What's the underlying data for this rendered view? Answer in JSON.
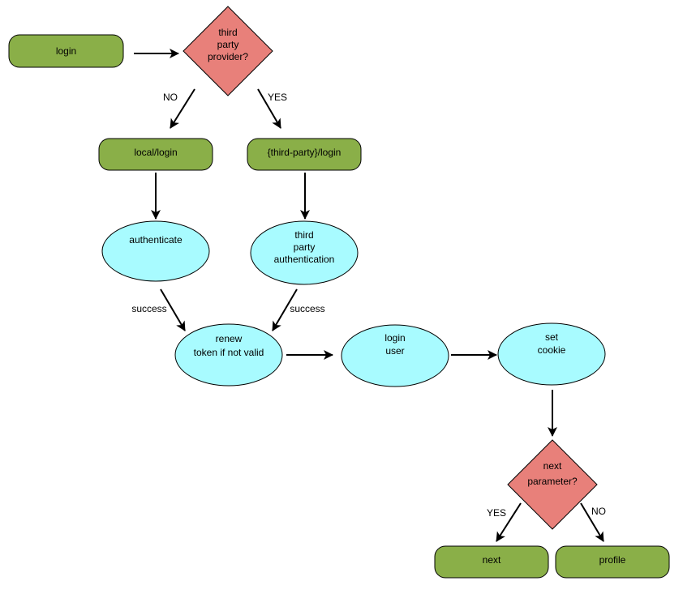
{
  "colors": {
    "terminal": "#8aaf48",
    "decision": "#e8807a",
    "process": "#a8fbff",
    "stroke": "#000000"
  },
  "nodes": {
    "login": {
      "shape": "rounded-rect",
      "lines": [
        "login"
      ]
    },
    "third_party_decision": {
      "shape": "diamond",
      "lines": [
        "third",
        "party",
        "provider?"
      ]
    },
    "local_login": {
      "shape": "rounded-rect",
      "lines": [
        "local/login"
      ]
    },
    "third_party_login": {
      "shape": "rounded-rect",
      "lines": [
        "{third-party}/login"
      ]
    },
    "authenticate": {
      "shape": "ellipse",
      "lines": [
        "authenticate"
      ]
    },
    "third_party_authentication": {
      "shape": "ellipse",
      "lines": [
        "third",
        "party",
        "authentication"
      ]
    },
    "renew_token": {
      "shape": "ellipse",
      "lines": [
        "renew",
        "token if not valid"
      ]
    },
    "login_user": {
      "shape": "ellipse",
      "lines": [
        "login",
        "user"
      ]
    },
    "set_cookie": {
      "shape": "ellipse",
      "lines": [
        "set",
        "cookie"
      ]
    },
    "next_parameter_decision": {
      "shape": "diamond",
      "lines": [
        "next",
        "parameter?"
      ]
    },
    "next": {
      "shape": "rounded-rect",
      "lines": [
        "next"
      ]
    },
    "profile": {
      "shape": "rounded-rect",
      "lines": [
        "profile"
      ]
    }
  },
  "edges": [
    {
      "from": "login",
      "to": "third_party_decision",
      "label": ""
    },
    {
      "from": "third_party_decision",
      "to": "local_login",
      "label": "NO"
    },
    {
      "from": "third_party_decision",
      "to": "third_party_login",
      "label": "YES"
    },
    {
      "from": "local_login",
      "to": "authenticate",
      "label": ""
    },
    {
      "from": "third_party_login",
      "to": "third_party_authentication",
      "label": ""
    },
    {
      "from": "authenticate",
      "to": "renew_token",
      "label": "success"
    },
    {
      "from": "third_party_authentication",
      "to": "renew_token",
      "label": "success"
    },
    {
      "from": "renew_token",
      "to": "login_user",
      "label": ""
    },
    {
      "from": "login_user",
      "to": "set_cookie",
      "label": ""
    },
    {
      "from": "set_cookie",
      "to": "next_parameter_decision",
      "label": ""
    },
    {
      "from": "next_parameter_decision",
      "to": "next",
      "label": "YES"
    },
    {
      "from": "next_parameter_decision",
      "to": "profile",
      "label": "NO"
    }
  ]
}
